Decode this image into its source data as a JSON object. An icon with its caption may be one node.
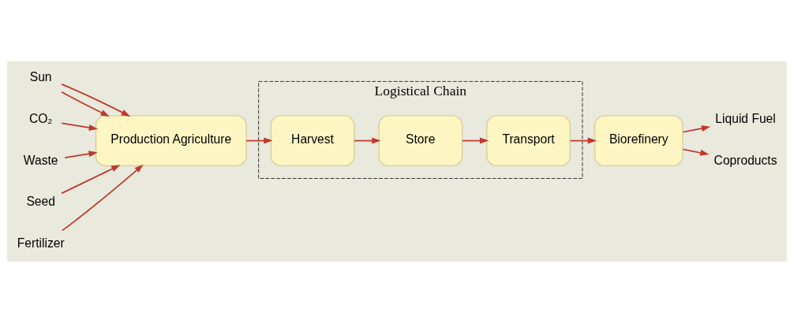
{
  "diagram": {
    "nodes": [
      {
        "text": [
          "Sun"
        ]
      },
      {
        "text": [
          "CO₂"
        ]
      },
      {
        "text": [
          "Production Agriculture"
        ]
      },
      {
        "text": [
          "Waste"
        ]
      },
      {
        "text": [
          "Seed"
        ]
      },
      {
        "text": [
          "Fertilizer"
        ]
      },
      {
        "text": [
          "Logistical Chain"
        ]
      },
      {
        "text": [
          "Harvest"
        ],
        "in": 6
      },
      {
        "text": [
          "Store"
        ],
        "in": 6
      },
      {
        "text": [
          "Transport"
        ],
        "in": 6
      },
      {
        "text": [
          "Biorefinery"
        ]
      },
      {
        "text": [
          "Liquid Fuel"
        ]
      },
      {
        "text": [
          "Coproducts"
        ]
      }
    ],
    "edges": [
      {
        "from": 0,
        "to": 2,
        "arrow": "to"
      },
      {
        "from": 0,
        "to": 2,
        "arrow": "to"
      },
      {
        "from": 1,
        "to": 2,
        "arrow": "to"
      },
      {
        "from": 3,
        "to": 2,
        "arrow": "to"
      },
      {
        "from": 4,
        "to": 2,
        "arrow": "to"
      },
      {
        "from": 5,
        "to": 2,
        "arrow": "to"
      },
      {
        "from": 2,
        "to": 7,
        "arrow": "to"
      },
      {
        "from": 7,
        "to": 8,
        "arrow": "to"
      },
      {
        "from": 8,
        "to": 9,
        "arrow": "to"
      },
      {
        "from": 9,
        "to": 10,
        "arrow": "to"
      },
      {
        "from": 10,
        "to": 11,
        "arrow": "to"
      },
      {
        "from": 10,
        "to": 12,
        "arrow": "to"
      }
    ]
  }
}
